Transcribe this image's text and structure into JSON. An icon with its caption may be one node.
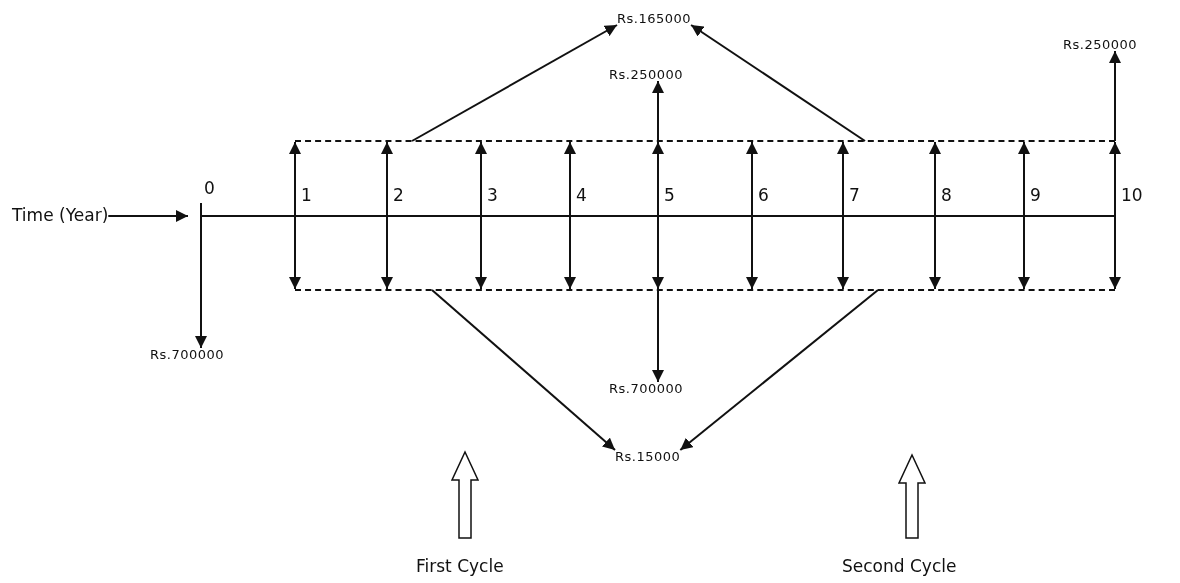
{
  "diagram": {
    "nodes": [
      {
        "text": [
          "Rs.165000"
        ]
      },
      {
        "text": [
          "Rs.250000"
        ]
      },
      {
        "text": [
          "Rs.250000"
        ]
      },
      {
        "text": [
          "Time (Year)"
        ]
      },
      {
        "text": [
          "Rs.700000"
        ]
      },
      {
        "text": [
          "Rs.700000"
        ]
      },
      {
        "text": [
          "Rs.15000"
        ]
      },
      {
        "text": [
          "First Cycle"
        ]
      },
      {
        "text": [
          "Second Cycle"
        ]
      }
    ],
    "edges": [
      {
        "from": null,
        "to": 0,
        "arrow": "to"
      },
      {
        "from": null,
        "to": 0,
        "arrow": "to"
      },
      {
        "from": null,
        "to": 1,
        "arrow": "to"
      },
      {
        "from": null,
        "to": 2,
        "arrow": "to"
      },
      {
        "from": 3,
        "to": null,
        "arrow": "to"
      },
      {
        "from": null,
        "to": 4,
        "arrow": "to"
      },
      {
        "from": null,
        "to": 5,
        "arrow": "to"
      },
      {
        "from": null,
        "to": 6,
        "arrow": "to"
      },
      {
        "from": null,
        "to": 6,
        "arrow": "to"
      },
      {
        "from": 7,
        "to": null,
        "arrow": "to",
        "style": "thick"
      },
      {
        "from": 8,
        "to": null,
        "arrow": "to",
        "style": "thick"
      }
    ],
    "labels": [
      "0",
      "1",
      "2",
      "3",
      "4",
      "5",
      "6",
      "7",
      "8",
      "9",
      "10"
    ]
  }
}
